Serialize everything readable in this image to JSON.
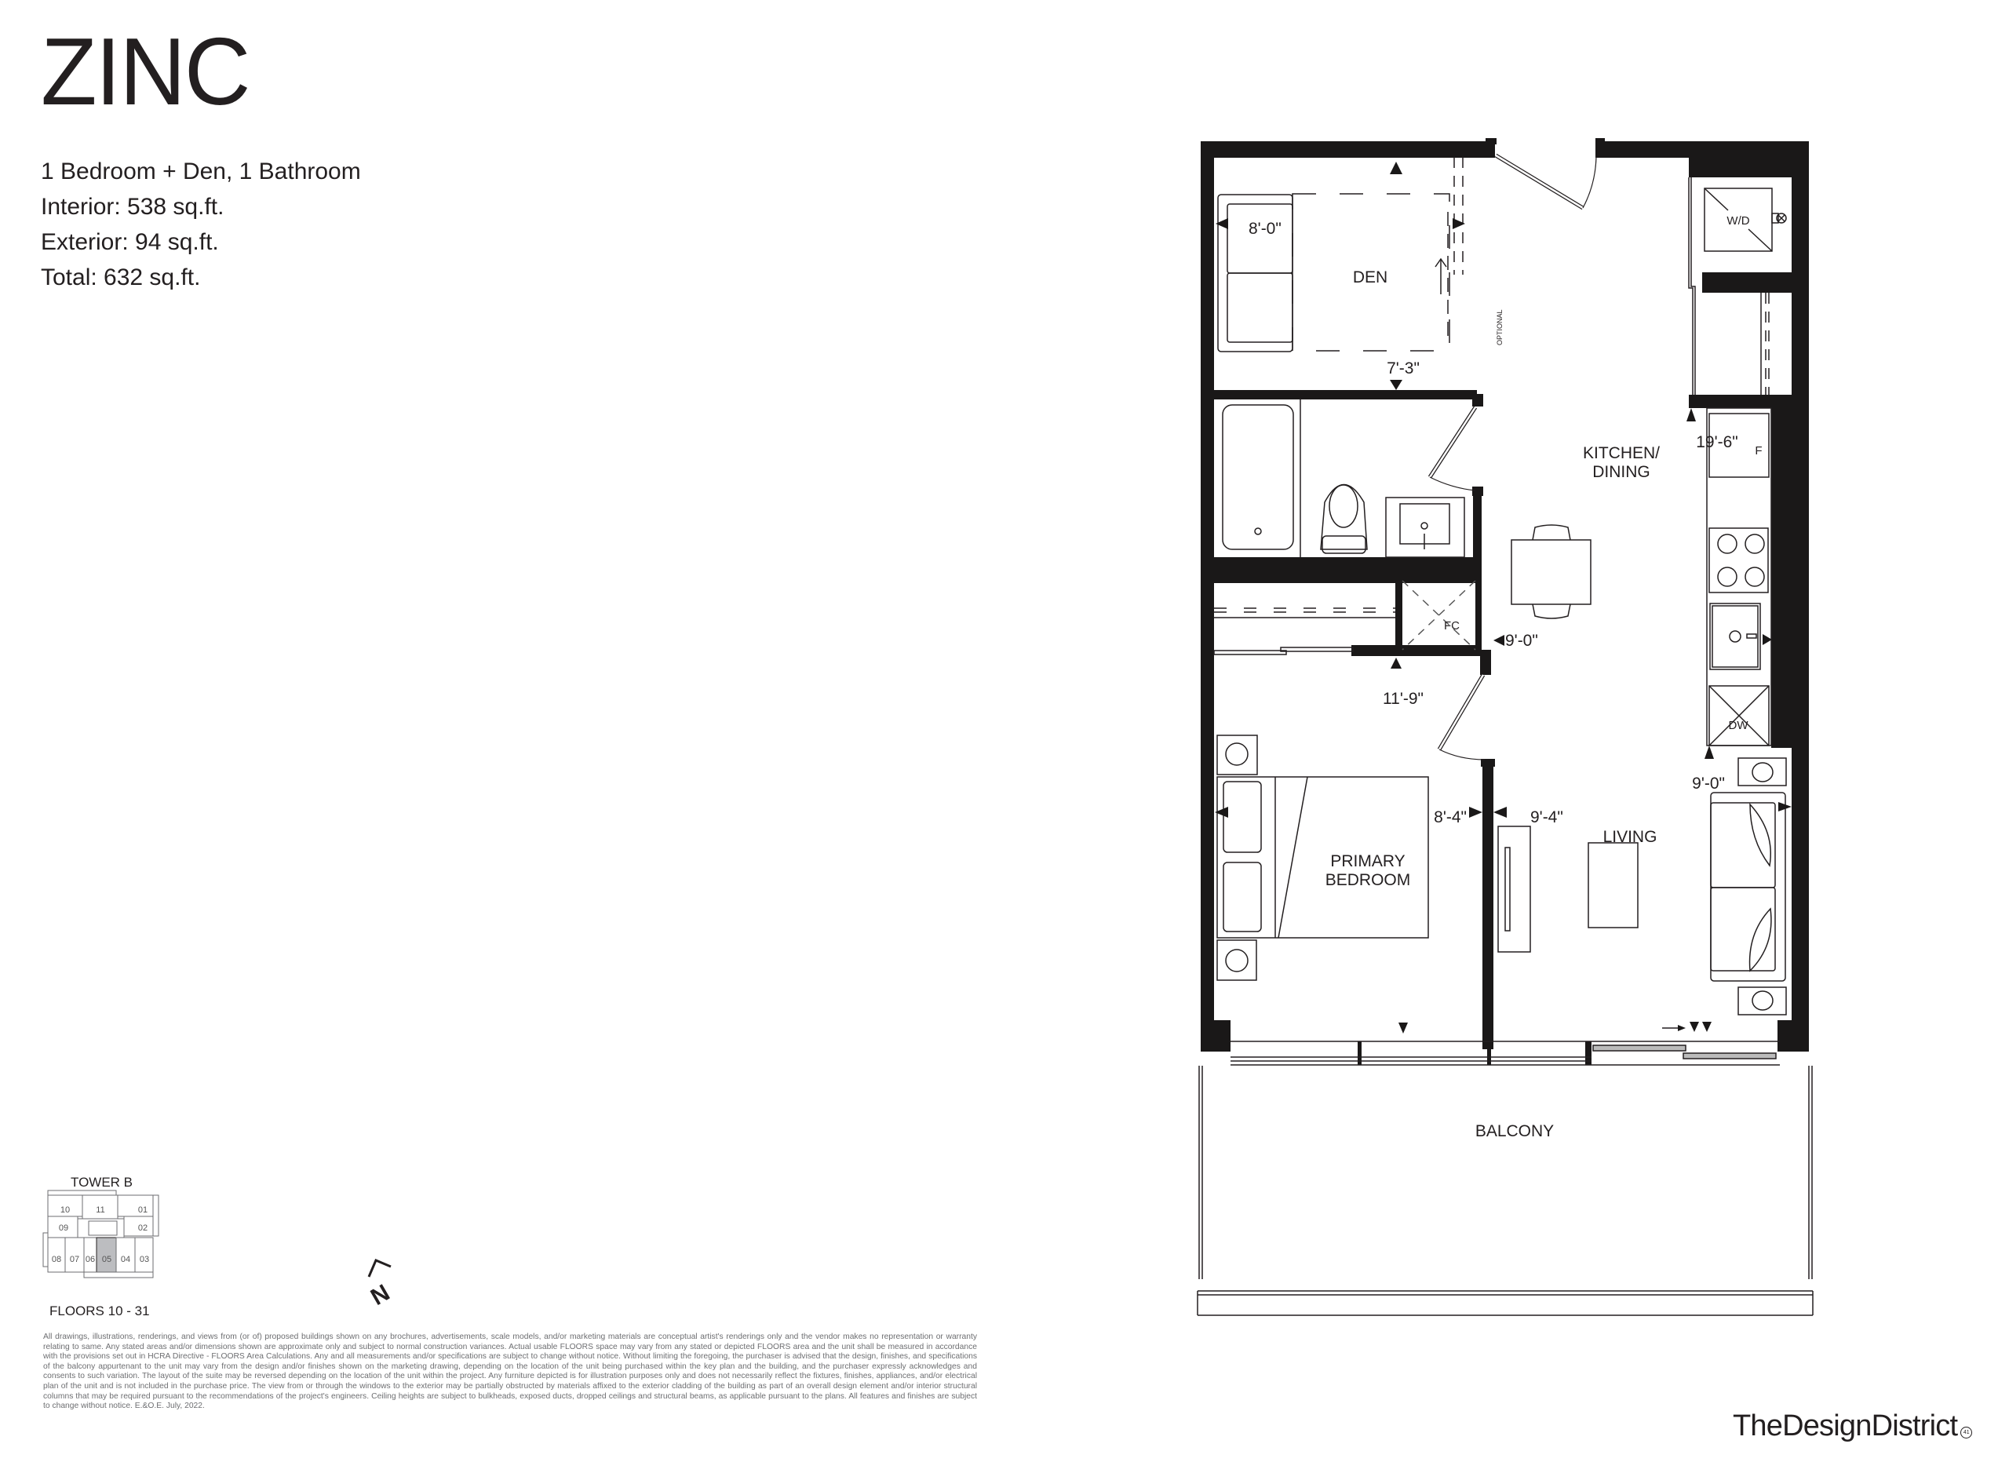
{
  "header": {
    "title": "ZINC",
    "specs": {
      "unit_type": "1 Bedroom + Den, 1 Bathroom",
      "interior": "Interior: 538 sq.ft.",
      "exterior": "Exterior: 94 sq.ft.",
      "total": "Total: 632 sq.ft."
    }
  },
  "plan": {
    "rooms": {
      "den": "DEN",
      "kitchen_line1": "KITCHEN/",
      "kitchen_line2": "DINING",
      "bedroom_line1": "PRIMARY",
      "bedroom_line2": "BEDROOM",
      "living": "LIVING",
      "balcony": "BALCONY"
    },
    "fixtures": {
      "washer_dryer": "W/D",
      "fridge": "F",
      "dishwasher": "DW",
      "fan_coil": "FC",
      "optional": "OPTIONAL"
    },
    "dimensions": {
      "den_width": "8'-0\"",
      "den_depth": "7'-3\"",
      "kitchen_length": "19'-6\"",
      "kitchen_width": "9'-0\"",
      "bedroom_depth": "11'-9\"",
      "bedroom_width": "8'-4\"",
      "living_width": "9'-4\"",
      "living_depth": "9'-0\""
    }
  },
  "key_plan": {
    "tower": "TOWER B",
    "floors": "FLOORS 10 - 31",
    "units": [
      "10",
      "11",
      "01",
      "09",
      "02",
      "08",
      "07",
      "06",
      "05",
      "04",
      "03"
    ],
    "highlighted_unit": "05",
    "highlight_color": "#bcbdc0"
  },
  "compass": {
    "label": "N"
  },
  "disclaimer": "All drawings, illustrations, renderings, and views from (or of) proposed buildings shown on any brochures, advertisements, scale models, and/or marketing materials are conceptual artist's renderings only and the vendor makes no representation or warranty relating to same. Any stated areas and/or dimensions shown are approximate only and subject to normal construction variances. Actual usable FLOORS space may vary from any stated or depicted FLOORS area and the unit shall be measured in accordance with the provisions set out in HCRA Directive - FLOORS Area Calculations. Any and all measurements and/or specifications are subject to change without notice. Without limiting the foregoing, the purchaser is advised that the design, finishes, and specifications of the balcony appurtenant to the unit may vary from the design and/or finishes shown on the marketing drawing, depending on the location of the unit being purchased within the key plan and the building, and the purchaser expressly acknowledges and consents to such variation. The layout of the suite may be reversed depending on the location of the unit within the project. Any furniture depicted is for illustration purposes only and does not necessarily reflect the fixtures, finishes, appliances, and/or electrical plan of the unit and is not included in the purchase price. The view from or through the windows to the exterior may be partially obstructed by materials affixed to the exterior cladding of the building as part of an overall design element and/or interior structural columns that may be required pursuant to the recommendations of the project's engineers. Ceiling heights are subject to bulkheads, exposed ducts, dropped ceilings and structural beams, as applicable pursuant to the plans. All features and finishes are subject to change without notice. E.&O.E. July, 2022.",
  "brand": {
    "logo_text": "TheDesignDistrict",
    "logo_mark": "41"
  },
  "colors": {
    "ink": "#231f20",
    "wall": "#1a1818",
    "disclaimer_gray": "#6d6e71"
  }
}
